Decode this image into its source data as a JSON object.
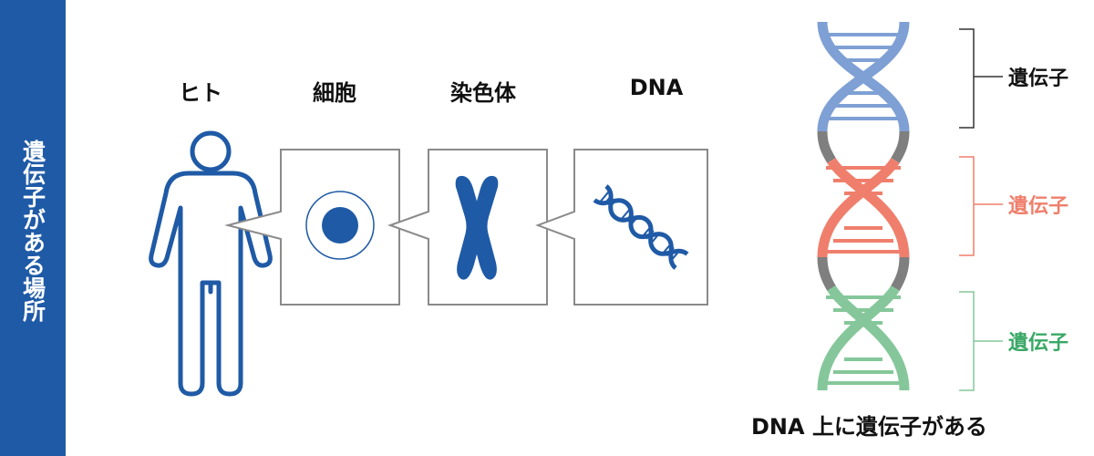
{
  "sidebar": {
    "title": "遺伝子がある場所",
    "color": "#1f5aa6"
  },
  "steps": [
    {
      "label": "ヒト"
    },
    {
      "label": "細胞"
    },
    {
      "label": "染色体"
    },
    {
      "label": "DNA"
    }
  ],
  "helix": {
    "genes": [
      {
        "label": "遺伝子",
        "color": "#7ea0d4",
        "bracket_color": "#333333"
      },
      {
        "label": "遺伝子",
        "color": "#ef7f6c",
        "bracket_color": "#ef7f6c"
      },
      {
        "label": "遺伝子",
        "color": "#85c79a",
        "bracket_color": "#85c79a"
      }
    ],
    "spacer_color": "#7f7f7f",
    "caption": "DNA 上に遺伝子がある"
  },
  "icon_color": "#1f5aa6"
}
